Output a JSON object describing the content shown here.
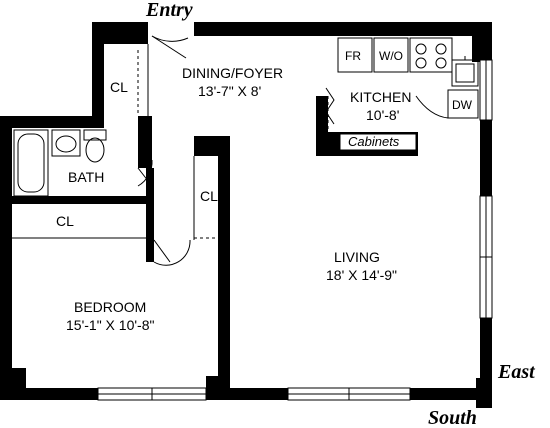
{
  "compass": {
    "entry": "Entry",
    "east": "East",
    "south": "South"
  },
  "rooms": {
    "dining": {
      "name": "DINING/FOYER",
      "size": "13'-7\" X 8'"
    },
    "kitchen": {
      "name": "KITCHEN",
      "size": "10'-8'"
    },
    "living": {
      "name": "LIVING",
      "size": "18' X 14'-9\""
    },
    "bedroom": {
      "name": "BEDROOM",
      "size": "15'-1\" X 10'-8\""
    },
    "bath": {
      "name": "BATH"
    }
  },
  "closets": {
    "entry_closet": "CL",
    "hall_closet": "CL",
    "bedroom_closet": "CL"
  },
  "appliances": {
    "fridge": "FR",
    "washer": "W/O",
    "dishwasher": "DW",
    "cabinets": "Cabinets"
  }
}
